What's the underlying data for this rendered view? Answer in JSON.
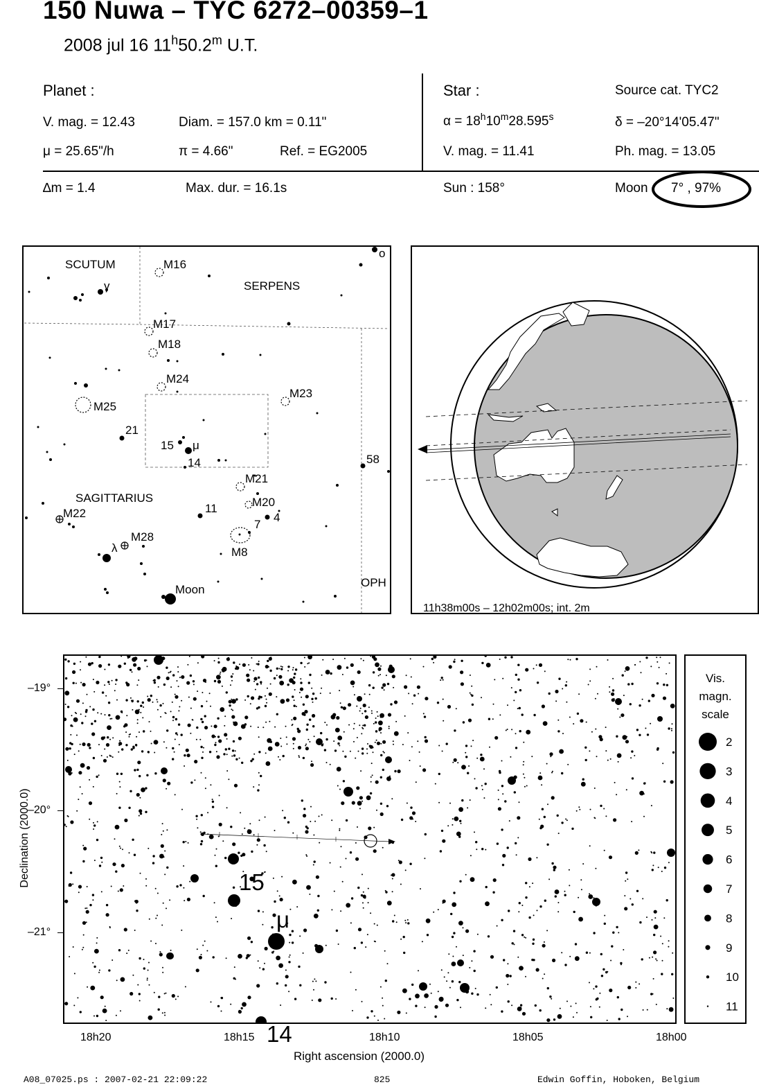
{
  "header": {
    "title": "150 Nuwa  –  TYC 6272–00359–1",
    "date": "2008 jul 16  11",
    "time_h_sup": "h",
    "time_min": "50.2",
    "time_m_sup": "m",
    "time_suffix": " U.T."
  },
  "planet": {
    "heading": "Planet :",
    "vmag": "V. mag. = 12.43",
    "diam": "Diam. = 157.0 km = 0.11\"",
    "mu": "μ =  25.65\"/h",
    "pi": "π =  4.66\"",
    "ref": "Ref. = EG2005"
  },
  "star": {
    "heading": "Star :",
    "source": "Source cat.  TYC2",
    "alpha_prefix": "α = 18",
    "alpha_h": "h",
    "alpha_mid": "10",
    "alpha_m": "m",
    "alpha_s_val": "28.595",
    "alpha_s": "s",
    "delta": "δ = –20°14'05.47\"",
    "vmag": "V. mag. = 11.41",
    "phmag": "Ph. mag. = 13.05"
  },
  "event": {
    "delta_m": "∆m = 1.4",
    "max_dur": "Max. dur. = 16.1s",
    "sun": "Sun : 158°",
    "moon_label": "Moon",
    "moon_value": "7° , 97%"
  },
  "finder_chart": {
    "constellations": [
      "SCUTUM",
      "SERPENS",
      "SAGITTARIUS",
      "OPH"
    ],
    "objects": [
      "M16",
      "M17",
      "M18",
      "M24",
      "M25",
      "M23",
      "M21",
      "M20",
      "M22",
      "M28",
      "M8"
    ],
    "star_labels": [
      "γ",
      "o",
      "21",
      "15",
      "μ",
      "14",
      "58",
      "11",
      "7",
      "4",
      "λ"
    ],
    "moon_label": "Moon"
  },
  "globe": {
    "caption": "11h38m00s – 12h02m00s; int.  2m"
  },
  "star_chart": {
    "ylabel": "Declination (2000.0)",
    "xlabel": "Right ascension (2000.0)",
    "yticks": [
      "–19°",
      "–20°",
      "–21°"
    ],
    "xticks": [
      "18h20",
      "18h15",
      "18h10",
      "18h05",
      "18h00"
    ],
    "bright_labels": [
      "15",
      "μ",
      "14"
    ]
  },
  "mag_scale": {
    "title_line1": "Vis.",
    "title_line2": "magn.",
    "title_line3": "scale",
    "mags": [
      "2",
      "3",
      "4",
      "5",
      "6",
      "7",
      "8",
      "9",
      "10",
      "11"
    ]
  },
  "footer": {
    "file": "A08_07025.ps : 2007-02-21 22:09:22",
    "page": "825",
    "author": "Edwin Goffin, Hoboken, Belgium"
  }
}
